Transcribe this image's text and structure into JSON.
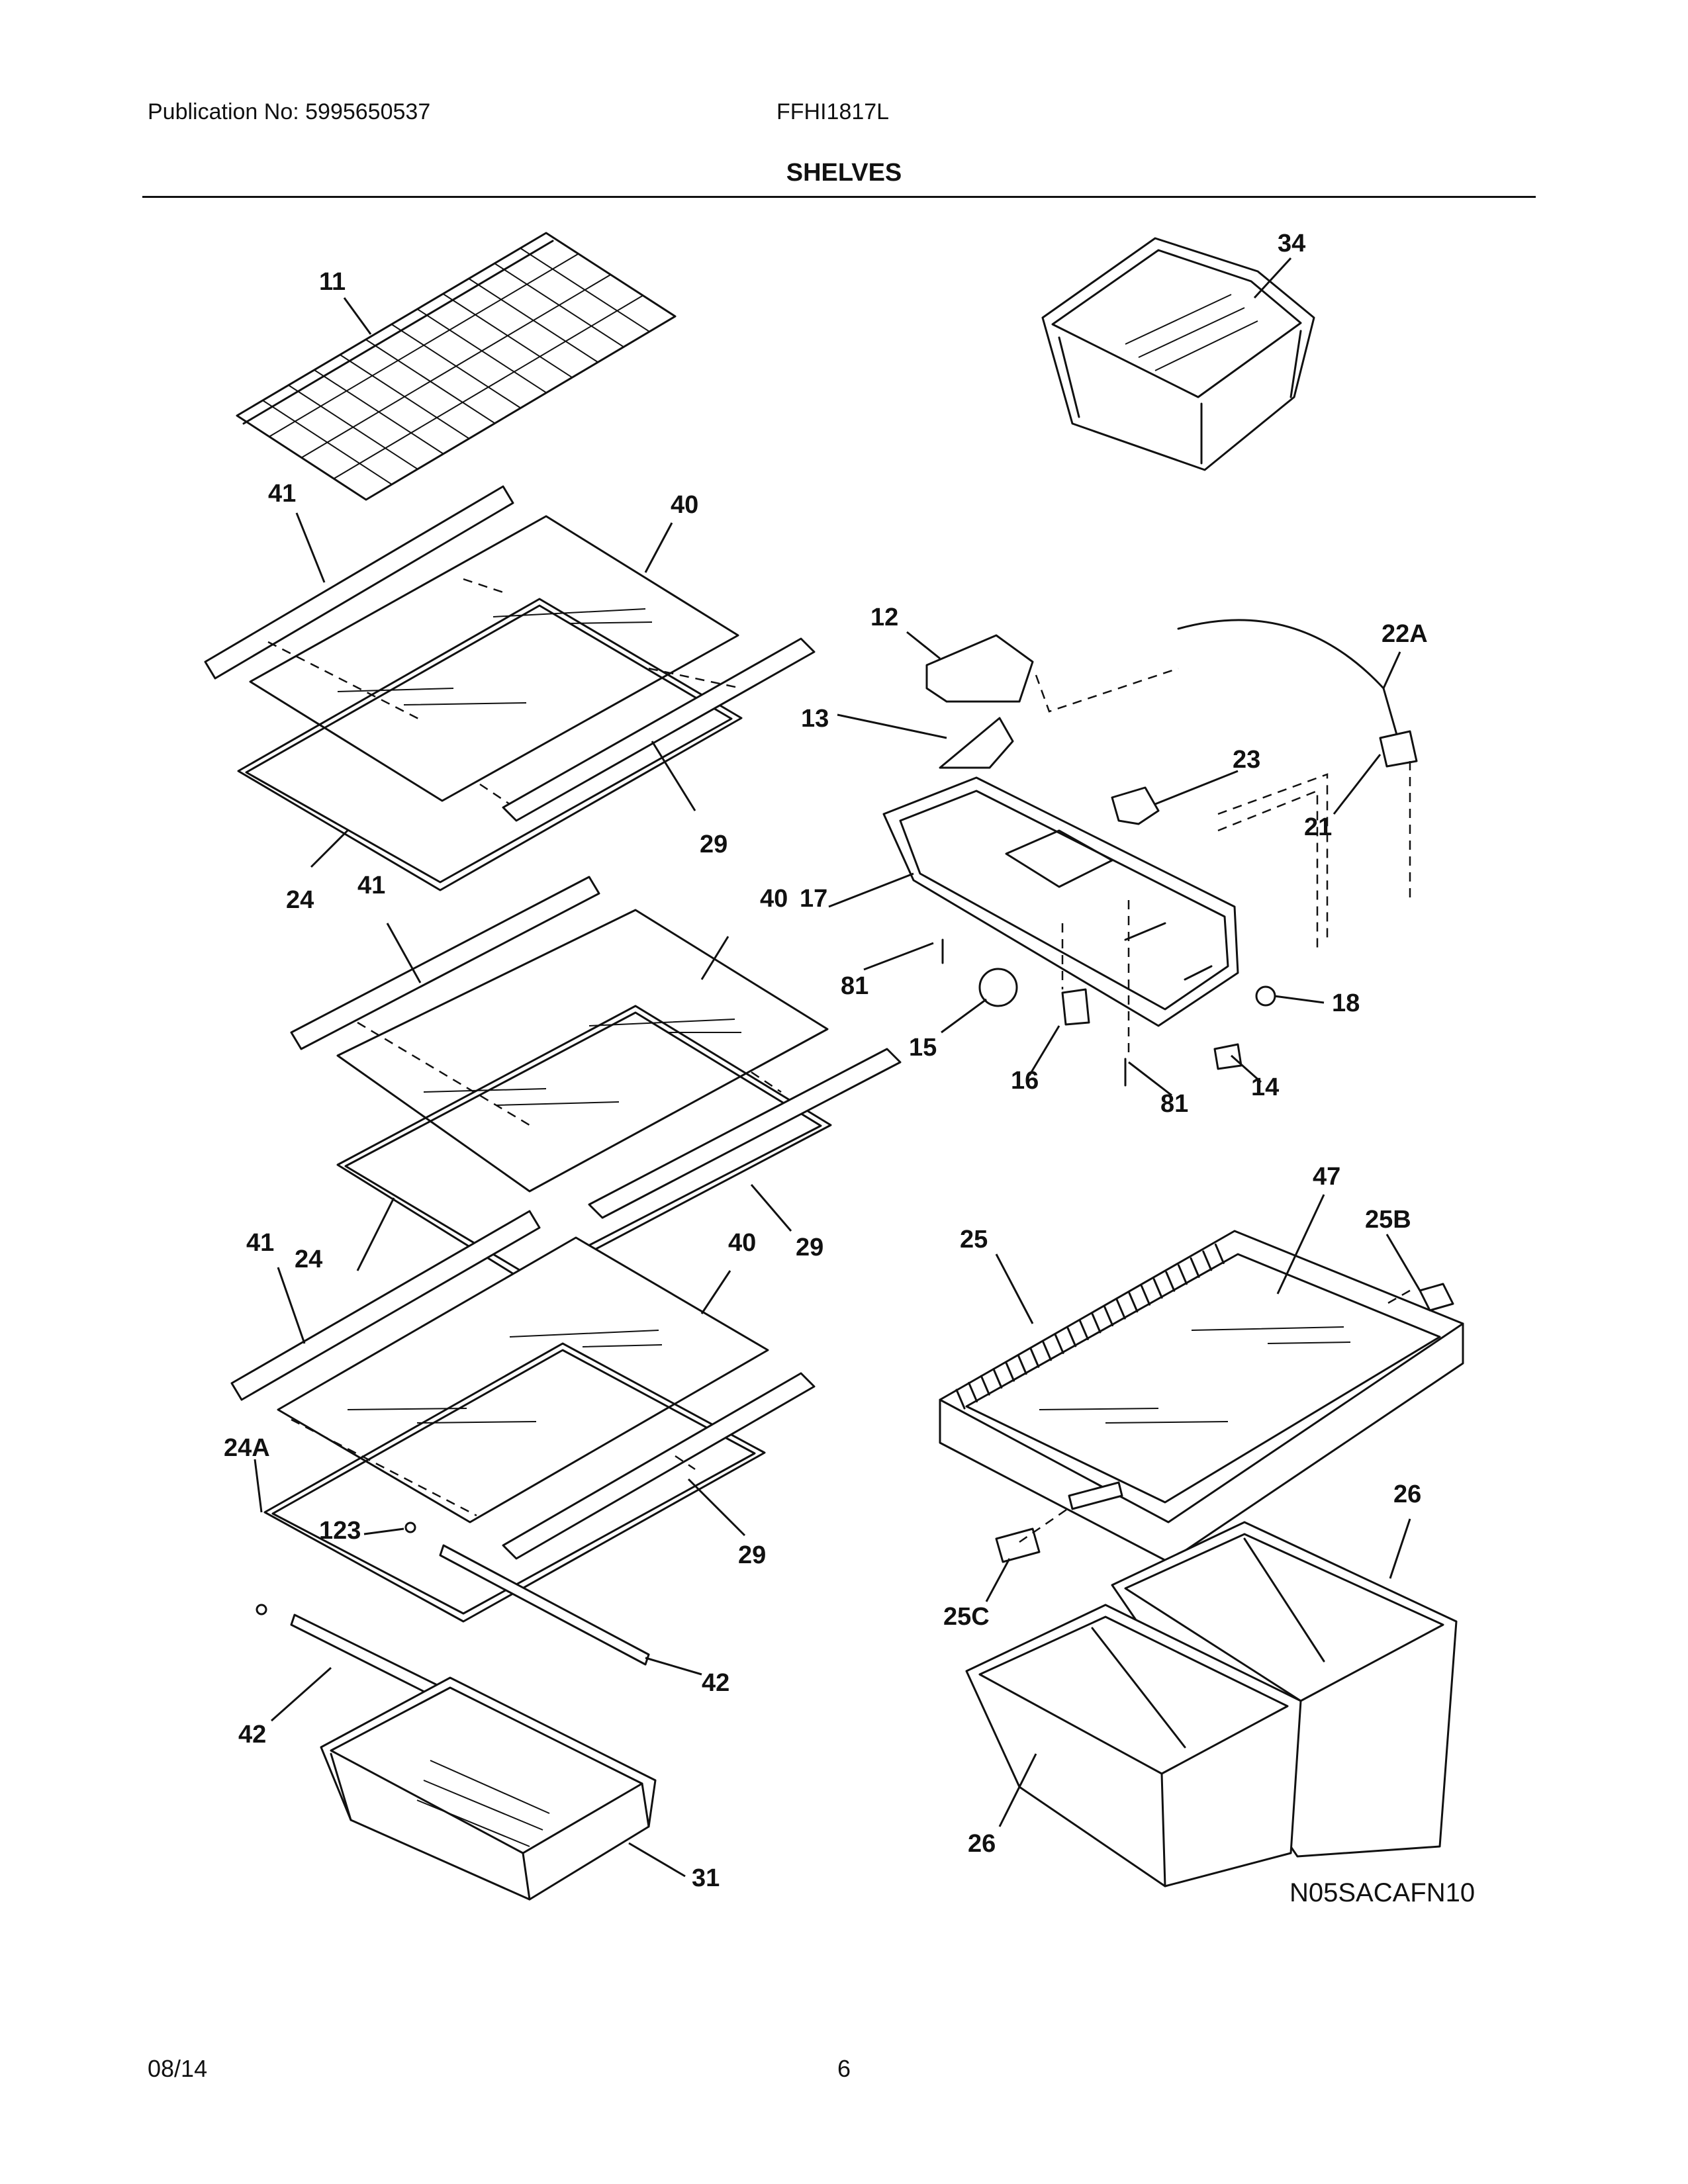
{
  "header": {
    "publication": "Publication No: 5995650537",
    "model": "FFHI1817L",
    "section_title": "SHELVES"
  },
  "diagram": {
    "drawing_code": "N05SACAFN10",
    "callouts": {
      "c11": "11",
      "c34": "34",
      "c41a": "41",
      "c40a": "40",
      "c12": "12",
      "c22A": "22A",
      "c13": "13",
      "c23": "23",
      "c21": "21",
      "c29a": "29",
      "c24a": "24",
      "c41b": "41",
      "c40b": "40",
      "c17": "17",
      "c81a": "81",
      "c18": "18",
      "c15": "15",
      "c16": "16",
      "c81b": "81",
      "c14": "14",
      "c47": "47",
      "c25B": "25B",
      "c25": "25",
      "c41c": "41",
      "c24b": "24",
      "c40c": "40",
      "c29b": "29",
      "c24A": "24A",
      "c123": "123",
      "c29c": "29",
      "c26a": "26",
      "c25C": "25C",
      "c42a": "42",
      "c42b": "42",
      "c26b": "26",
      "c31": "31"
    }
  },
  "footer": {
    "date": "08/14",
    "page": "6"
  }
}
